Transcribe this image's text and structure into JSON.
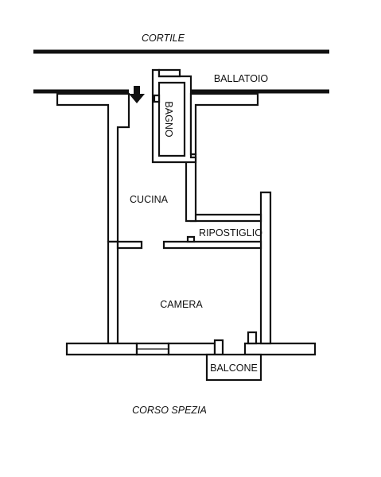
{
  "labels": {
    "courtyard": "CORTILE",
    "gallery": "BALLATOIO",
    "bathroom": "BAGNO",
    "kitchen": "CUCINA",
    "storage": "RIPOSTIGLIO",
    "bedroom": "CAMERA",
    "balcony": "BALCONE",
    "street": "CORSO SPEZIA"
  },
  "icons": {
    "entrance": "entrance-arrow-icon"
  },
  "colors": {
    "wall": "#111111",
    "background": "#ffffff"
  }
}
